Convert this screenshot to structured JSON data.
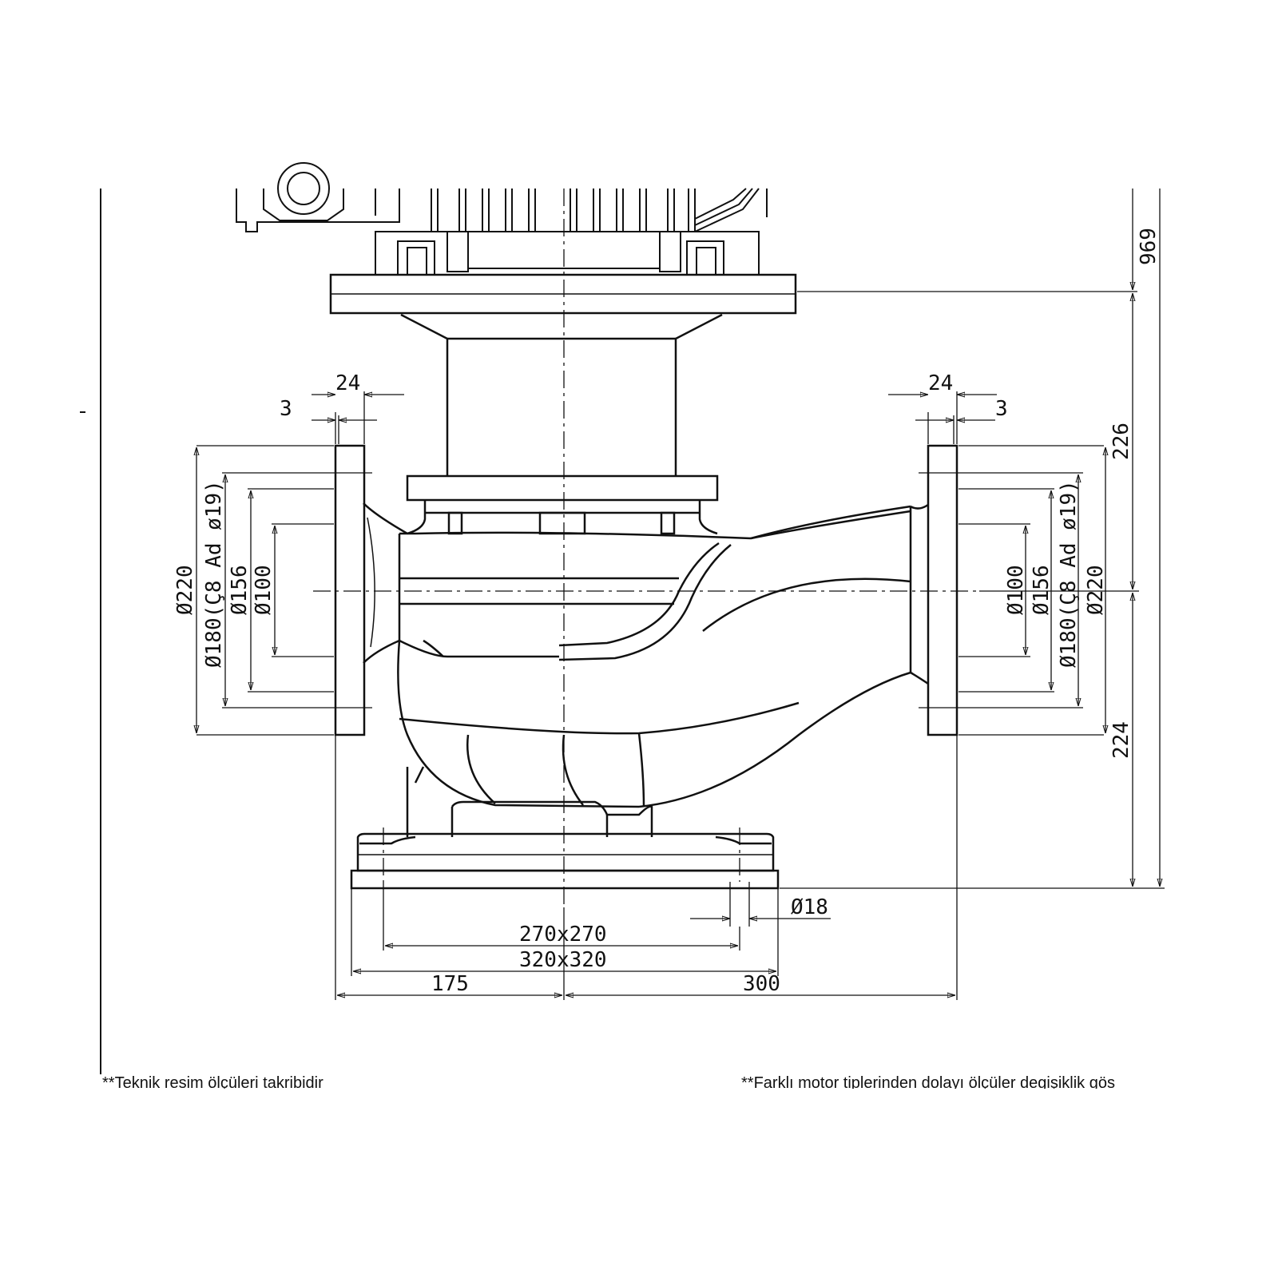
{
  "dimensions": {
    "flange_thickness_left": "24",
    "gasket_left": "3",
    "flange_thickness_right": "24",
    "gasket_right": "3",
    "left_d220": "Ø220",
    "left_d180": "Ø180(Ç8 Ad ø19)",
    "left_d156": "Ø156",
    "left_d100": "Ø100",
    "right_d100": "Ø100",
    "right_d156": "Ø156",
    "right_d180": "Ø180(Ç8 Ad ø19)",
    "right_d220": "Ø220",
    "total_height": "969",
    "upper_height": "226",
    "lower_height": "224",
    "base_hole": "Ø18",
    "base_inner": "270x270",
    "base_outer": "320x320",
    "left_offset": "175",
    "right_offset": "300"
  },
  "notes": {
    "left": "**Teknik resim ölçüleri takribidir",
    "right": "**Farklı motor tiplerinden dolayı ölçüler degişiklik gös"
  }
}
